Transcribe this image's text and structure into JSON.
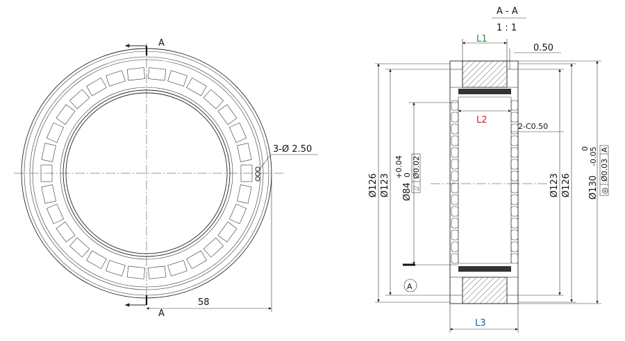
{
  "section": {
    "title": "A - A",
    "scale": "1 : 1",
    "marker": "A"
  },
  "front_view": {
    "hole_callout": "3-Ø 2.50",
    "radius_dim": "58",
    "section_marks": [
      "A",
      "A"
    ]
  },
  "section_view": {
    "L1": "L1",
    "L2": "L2",
    "L3": "L3",
    "offset": "0.50",
    "chamfer": "2-C0.50",
    "left_dims": [
      "Ø126",
      "Ø123"
    ],
    "bore_dim": "Ø84",
    "bore_tol_upper": "+0.04",
    "bore_tol_lower": "0",
    "bore_geo_tol": "Ø0.02",
    "right_dims": [
      "Ø123",
      "Ø126"
    ],
    "outer_dim": "Ø130",
    "outer_tol_upper": "0",
    "outer_tol_lower": "-0.05",
    "outer_geo_tol": "Ø0.03",
    "outer_datum": "A",
    "datum_label": "A"
  },
  "colors": {
    "L1": "#1f8f3a",
    "L2": "#d0202a",
    "L3": "#1f5fa8",
    "line": "#222222"
  }
}
